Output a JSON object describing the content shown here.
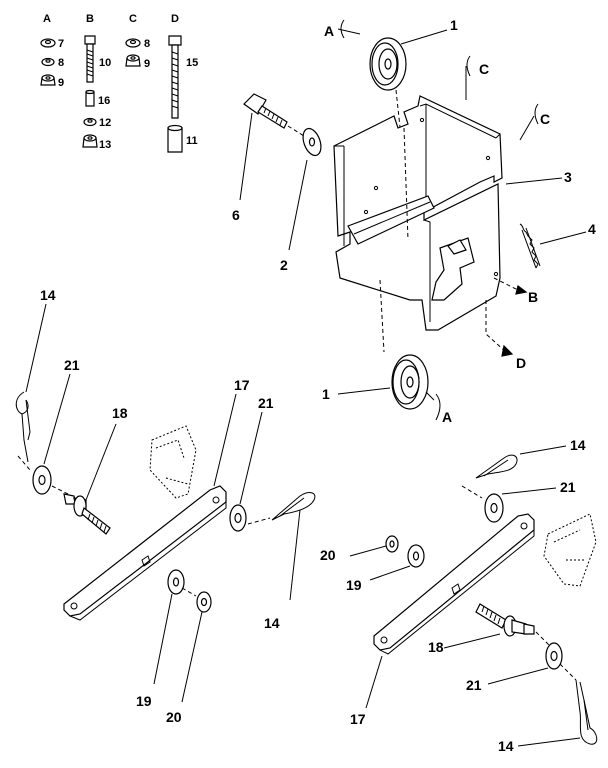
{
  "legend": {
    "columns": [
      "A",
      "B",
      "C",
      "D"
    ],
    "a_items": [
      "7",
      "8",
      "9"
    ],
    "b_items": [
      "10",
      "16",
      "12",
      "13"
    ],
    "c_items": [
      "8",
      "9"
    ],
    "d_items": [
      "15",
      "11"
    ]
  },
  "callouts": {
    "pulley_top": "1",
    "pulley_bottom": "1",
    "bracket": "3",
    "spring": "4",
    "bolt": "6",
    "washer": "2",
    "hairpin_left_top": "14",
    "hairpin_left_mid": "14",
    "hairpin_right_top": "14",
    "hairpin_right_bottom": "14",
    "washer_left_top": "21",
    "washer_left_mid": "21",
    "washer_right_top": "21",
    "washer_right_bottom": "21",
    "stud_left": "18",
    "stud_right": "18",
    "link_left": "17",
    "link_right": "17",
    "washer19_left": "19",
    "washer19_right": "19",
    "nut20_left": "20",
    "nut20_right": "20"
  },
  "refs": {
    "a_top": "A",
    "a_bottom": "A",
    "c_left": "C",
    "c_right": "C",
    "b": "B",
    "d": "D"
  }
}
